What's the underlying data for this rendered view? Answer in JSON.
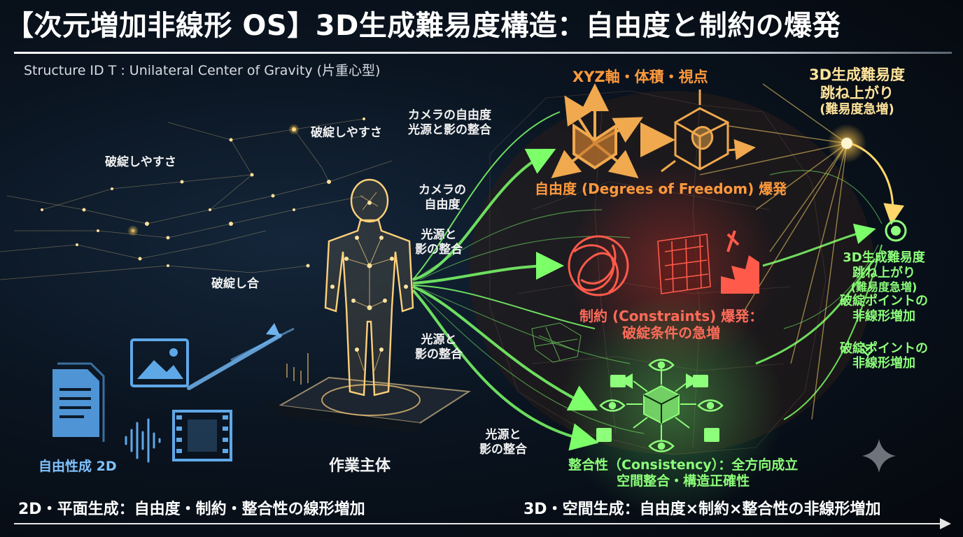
{
  "title": "【次元増加非線形 OS】3D生成難易度構造：自由度と制約の爆発",
  "subtitle": "Structure ID T : Unilateral Center of Gravity (片重心型)",
  "left": {
    "star_labels": [
      "破綻しやすさ",
      "破綻しやすさ",
      "破綻し合"
    ],
    "input_label": "自由性成 2D",
    "subject_label": "作業主体"
  },
  "flow_labels": {
    "camera_light_1": [
      "カメラの自由度",
      "光源と影の整合"
    ],
    "camera_2": [
      "カメラの",
      "自由度"
    ],
    "light_2": [
      "光源と",
      "影の整合"
    ],
    "light_3": [
      "光源と",
      "影の整合"
    ],
    "light_4": [
      "光源と",
      "影の整合"
    ]
  },
  "freedom": {
    "heading": "XYZ軸・体積・視点",
    "caption": "自由度 (Degrees of Freedom) 爆発",
    "color": "#ff9a3c"
  },
  "constraints": {
    "caption": [
      "制約 (Constraints) 爆発：",
      "破綻条件の急増"
    ],
    "color": "#ff6b5a"
  },
  "consistency": {
    "caption": [
      "整合性（Consistency）：全方向成立",
      "空間整合・構造正確性"
    ],
    "color": "#8dff7a"
  },
  "difficulty_top": [
    "3D生成難易度",
    "跳ね上がり",
    "(難易度急増)"
  ],
  "difficulty_side": [
    "3D生成難易度",
    "跳ね上がり",
    "(難易度急増)",
    "破綻ポイントの",
    "非線形増加",
    "破綻ポイントの",
    "非線形増加"
  ],
  "bottom": {
    "left": "2D・平面生成：自由度・制約・整合性の線形増加",
    "right": "3D・空間生成：自由度×制約×整合性の非線形増加"
  },
  "icons": [
    "document-icon",
    "image-icon",
    "audio-wave-icon",
    "film-icon",
    "human-figure-icon",
    "axis-icon",
    "cube-icon",
    "knot-icon",
    "mesh-icon",
    "broken-icon",
    "camera-icon",
    "eye-icon",
    "sparkle-icon"
  ]
}
